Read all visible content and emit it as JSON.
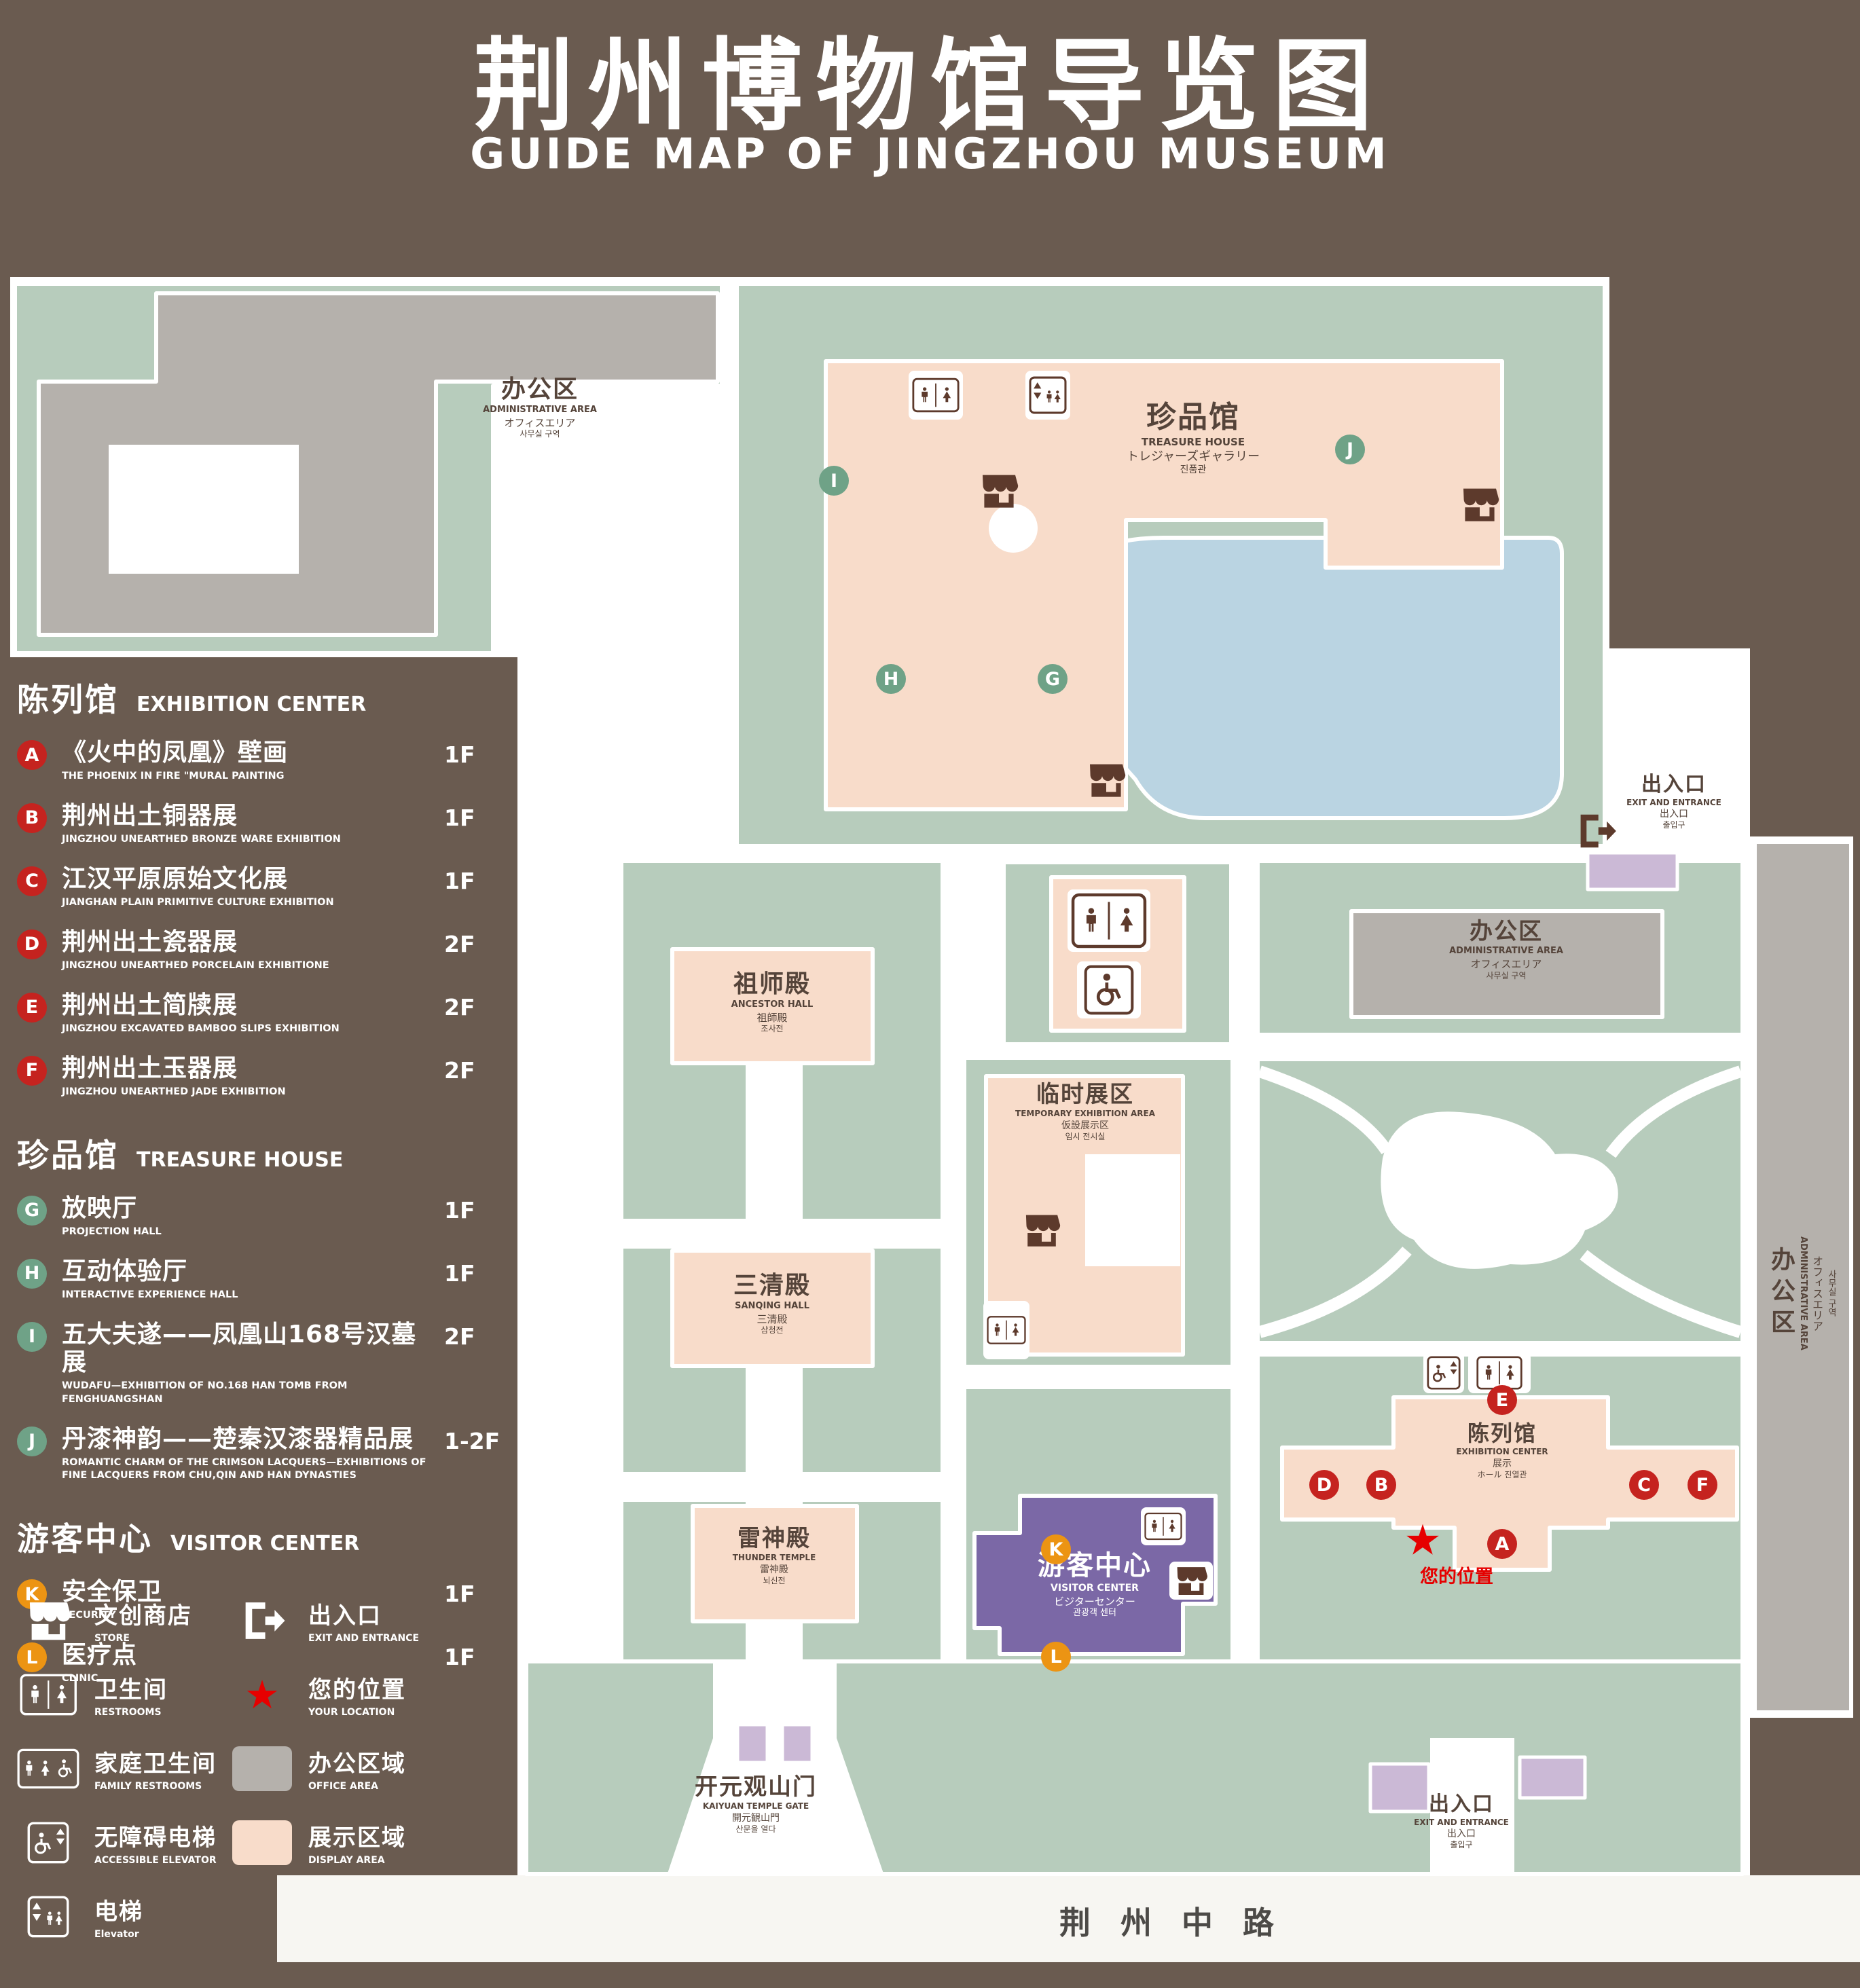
{
  "title": {
    "zh": "荆州博物馆导览图",
    "en": "GUIDE MAP OF JINGZHOU MUSEUM"
  },
  "colors": {
    "background": "#6a5b50",
    "map_green": "#b7ccbc",
    "display_pink": "#f8dcca",
    "office_gray": "#b5b1ac",
    "visitor_purple": "#7b68a6",
    "pond_blue": "#bad4e2",
    "marker_red": "#c5231f",
    "marker_green": "#6fa287",
    "marker_orange": "#ec9413",
    "icon_brown": "#5d3a2c",
    "location_red": "#e60000"
  },
  "sidebar": {
    "sections": [
      {
        "zh": "陈列馆",
        "en": "EXHIBITION CENTER",
        "items": [
          {
            "letter": "A",
            "zh": "《火中的凤凰》壁画",
            "en": "THE PHOENIX IN FIRE \"MURAL PAINTING",
            "floor": "1F"
          },
          {
            "letter": "B",
            "zh": "荆州出土铜器展",
            "en": "JINGZHOU UNEARTHED BRONZE WARE EXHIBITION",
            "floor": "1F"
          },
          {
            "letter": "C",
            "zh": "江汉平原原始文化展",
            "en": "JIANGHAN PLAIN PRIMITIVE CULTURE EXHIBITION",
            "floor": "1F"
          },
          {
            "letter": "D",
            "zh": "荆州出土瓷器展",
            "en": "JINGZHOU UNEARTHED PORCELAIN EXHIBITIONE",
            "floor": "2F"
          },
          {
            "letter": "E",
            "zh": "荆州出土简牍展",
            "en": "JINGZHOU EXCAVATED BAMBOO SLIPS EXHIBITION",
            "floor": "2F"
          },
          {
            "letter": "F",
            "zh": "荆州出土玉器展",
            "en": "JINGZHOU UNEARTHED JADE EXHIBITION",
            "floor": "2F"
          }
        ]
      },
      {
        "zh": "珍品馆",
        "en": "TREASURE HOUSE",
        "items": [
          {
            "letter": "G",
            "zh": "放映厅",
            "en": "PROJECTION HALL",
            "floor": "1F"
          },
          {
            "letter": "H",
            "zh": "互动体验厅",
            "en": "INTERACTIVE EXPERIENCE HALL",
            "floor": "1F"
          },
          {
            "letter": "I",
            "zh": "五大夫遂——凤凰山168号汉墓展",
            "en": "WUDAFU—EXHIBITION OF NO.168 HAN TOMB FROM FENGHUANGSHAN",
            "floor": "2F"
          },
          {
            "letter": "J",
            "zh": "丹漆神韵——楚秦汉漆器精品展",
            "en": "ROMANTIC CHARM OF THE CRIMSON LACQUERS—EXHIBITIONS OF FINE LACQUERS FROM CHU,QIN AND HAN DYNASTIES",
            "floor": "1-2F"
          }
        ]
      },
      {
        "zh": "游客中心",
        "en": "VISITOR CENTER",
        "items": [
          {
            "letter": "K",
            "zh": "安全保卫",
            "en": "SECURITY",
            "floor": "1F"
          },
          {
            "letter": "L",
            "zh": "医疗点",
            "en": "CLINIC",
            "floor": "1F"
          }
        ]
      }
    ]
  },
  "legend": {
    "items": [
      {
        "icon": "store-icon",
        "zh": "文创商店",
        "en": "STORE"
      },
      {
        "icon": "exit-icon",
        "zh": "出入口",
        "en": "EXIT AND ENTRANCE"
      },
      {
        "icon": "restrooms-icon",
        "zh": "卫生间",
        "en": "RESTROOMS"
      },
      {
        "icon": "your-location-star-icon",
        "zh": "您的位置",
        "en": "YOUR LOCATION"
      },
      {
        "icon": "family-restrooms-icon",
        "zh": "家庭卫生间",
        "en": "FAMILY RESTROOMS"
      },
      {
        "icon": "office-area-swatch",
        "zh": "办公区域",
        "en": "OFFICE AREA"
      },
      {
        "icon": "accessible-elevator-icon",
        "zh": "无障碍电梯",
        "en": "ACCESSIBLE ELEVATOR"
      },
      {
        "icon": "display-area-swatch",
        "zh": "展示区域",
        "en": "DISPLAY AREA"
      },
      {
        "icon": "elevator-icon",
        "zh": "电梯",
        "en": "Elevator"
      }
    ]
  },
  "map": {
    "icons": [
      "restrooms-icon",
      "family-restrooms-icon",
      "accessible-elevator-icon",
      "elevator-icon",
      "store-icon",
      "exit-icon",
      "your-location-star-icon"
    ],
    "labels": {
      "admin": {
        "zh": "办公区",
        "en": "ADMINISTRATIVE AREA",
        "ja": "オフィスエリア",
        "ko": "사무실 구역"
      },
      "treasure": {
        "zh": "珍品馆",
        "en": "TREASURE HOUSE",
        "ja": "トレジャーズギャラリー",
        "ko": "진품관"
      },
      "exit": {
        "zh": "出入口",
        "en": "EXIT AND ENTRANCE",
        "ja": "出入口",
        "ko": "출입구"
      },
      "ancestor": {
        "zh": "祖师殿",
        "en": "ANCESTOR HALL",
        "ja": "祖師殿",
        "ko": "조사전"
      },
      "temporary": {
        "zh": "临时展区",
        "en": "TEMPORARY EXHIBITION AREA",
        "ja": "仮設展示区",
        "ko": "임시 전시실"
      },
      "sanqing": {
        "zh": "三清殿",
        "en": "SANQING HALL",
        "ja": "三清殿",
        "ko": "삼청전"
      },
      "thunder": {
        "zh": "雷神殿",
        "en": "THUNDER TEMPLE",
        "ja": "雷神殿",
        "ko": "뇌신전"
      },
      "exhibition": {
        "zh": "陈列馆",
        "en": "EXHIBITION CENTER",
        "ja": "展示",
        "ko": "ホール 진열관"
      },
      "visitor": {
        "zh": "游客中心",
        "en": "VISITOR CENTER",
        "ja": "ビジターセンター",
        "ko": "관광객 센터"
      },
      "gate": {
        "zh": "开元观山门",
        "en": "KAIYUAN TEMPLE GATE",
        "ja": "開元観山門",
        "ko": "산문을 열다"
      },
      "your_location": {
        "zh": "您的位置"
      },
      "road": {
        "zh": "荆州中路"
      }
    },
    "marker_letters": {
      "a": "A",
      "b": "B",
      "c": "C",
      "d": "D",
      "e": "E",
      "f": "F",
      "g": "G",
      "h": "H",
      "i": "I",
      "j": "J",
      "k": "K",
      "l": "L"
    }
  }
}
